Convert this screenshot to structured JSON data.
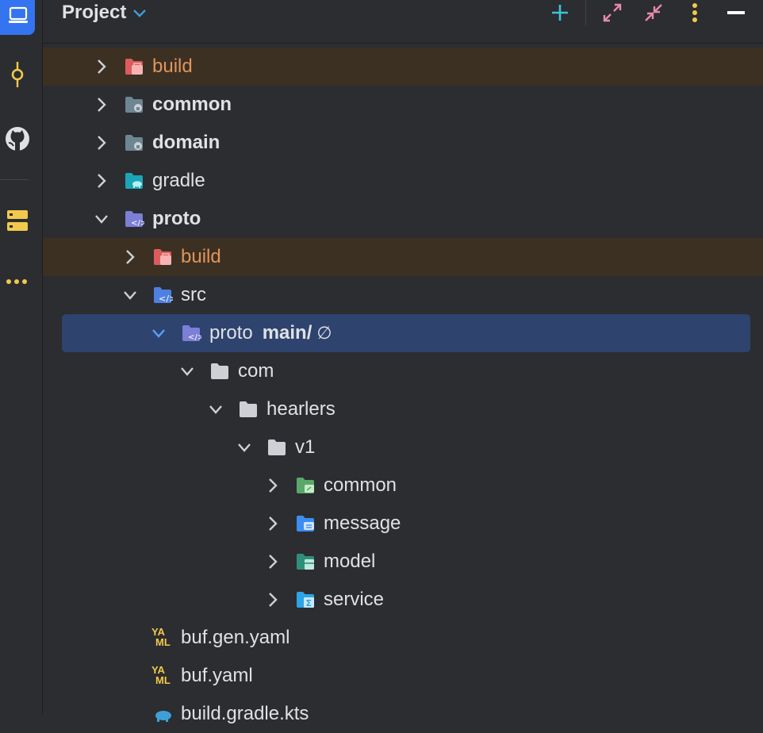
{
  "header": {
    "title": "Project"
  },
  "colors": {
    "accent": "#3574f0",
    "selection": "#2e436e",
    "excluded_row": "#3c3023",
    "excluded_text": "#e0955a",
    "panel_bg": "#2b2d30"
  },
  "toolstrip": {
    "items": [
      {
        "name": "project-icon"
      },
      {
        "name": "commit-icon"
      },
      {
        "name": "github-icon"
      },
      {
        "name": "structure-icon"
      },
      {
        "name": "more-icon"
      }
    ]
  },
  "toolbar": {
    "buttons": [
      {
        "name": "add-icon"
      },
      {
        "name": "expand-all-icon"
      },
      {
        "name": "collapse-all-icon"
      },
      {
        "name": "options-icon"
      },
      {
        "name": "hide-icon"
      }
    ]
  },
  "tree": {
    "rows": [
      {
        "label": "build",
        "icon": "excluded-folder-icon",
        "expanded": false,
        "excluded": true
      },
      {
        "label": "common",
        "icon": "module-folder-icon",
        "expanded": false,
        "bold": true
      },
      {
        "label": "domain",
        "icon": "module-folder-icon",
        "expanded": false,
        "bold": true
      },
      {
        "label": "gradle",
        "icon": "gradle-folder-icon",
        "expanded": false
      },
      {
        "label": "proto",
        "icon": "proto-module-icon",
        "expanded": true,
        "bold": true
      },
      {
        "label": "build",
        "icon": "excluded-folder-icon",
        "expanded": false,
        "excluded": true
      },
      {
        "label": "src",
        "icon": "source-folder-icon",
        "expanded": true
      },
      {
        "label": "proto",
        "suffix": "main",
        "slash": "/",
        "marker": "∅",
        "icon": "proto-root-icon",
        "expanded": true,
        "selected": true
      },
      {
        "label": "com",
        "icon": "folder-icon",
        "expanded": true
      },
      {
        "label": "hearlers",
        "icon": "folder-icon",
        "expanded": true
      },
      {
        "label": "v1",
        "icon": "folder-icon",
        "expanded": true
      },
      {
        "label": "common",
        "icon": "common-package-icon",
        "expanded": false
      },
      {
        "label": "message",
        "icon": "message-package-icon",
        "expanded": false
      },
      {
        "label": "model",
        "icon": "model-package-icon",
        "expanded": false
      },
      {
        "label": "service",
        "icon": "service-package-icon",
        "expanded": false
      },
      {
        "label": "buf.gen.yaml",
        "icon": "yaml-file-icon"
      },
      {
        "label": "buf.yaml",
        "icon": "yaml-file-icon"
      },
      {
        "label": "build.gradle.kts",
        "icon": "gradle-kts-file-icon"
      }
    ]
  },
  "yaml_icon_text": {
    "line1": "YA",
    "line2": "ML"
  }
}
